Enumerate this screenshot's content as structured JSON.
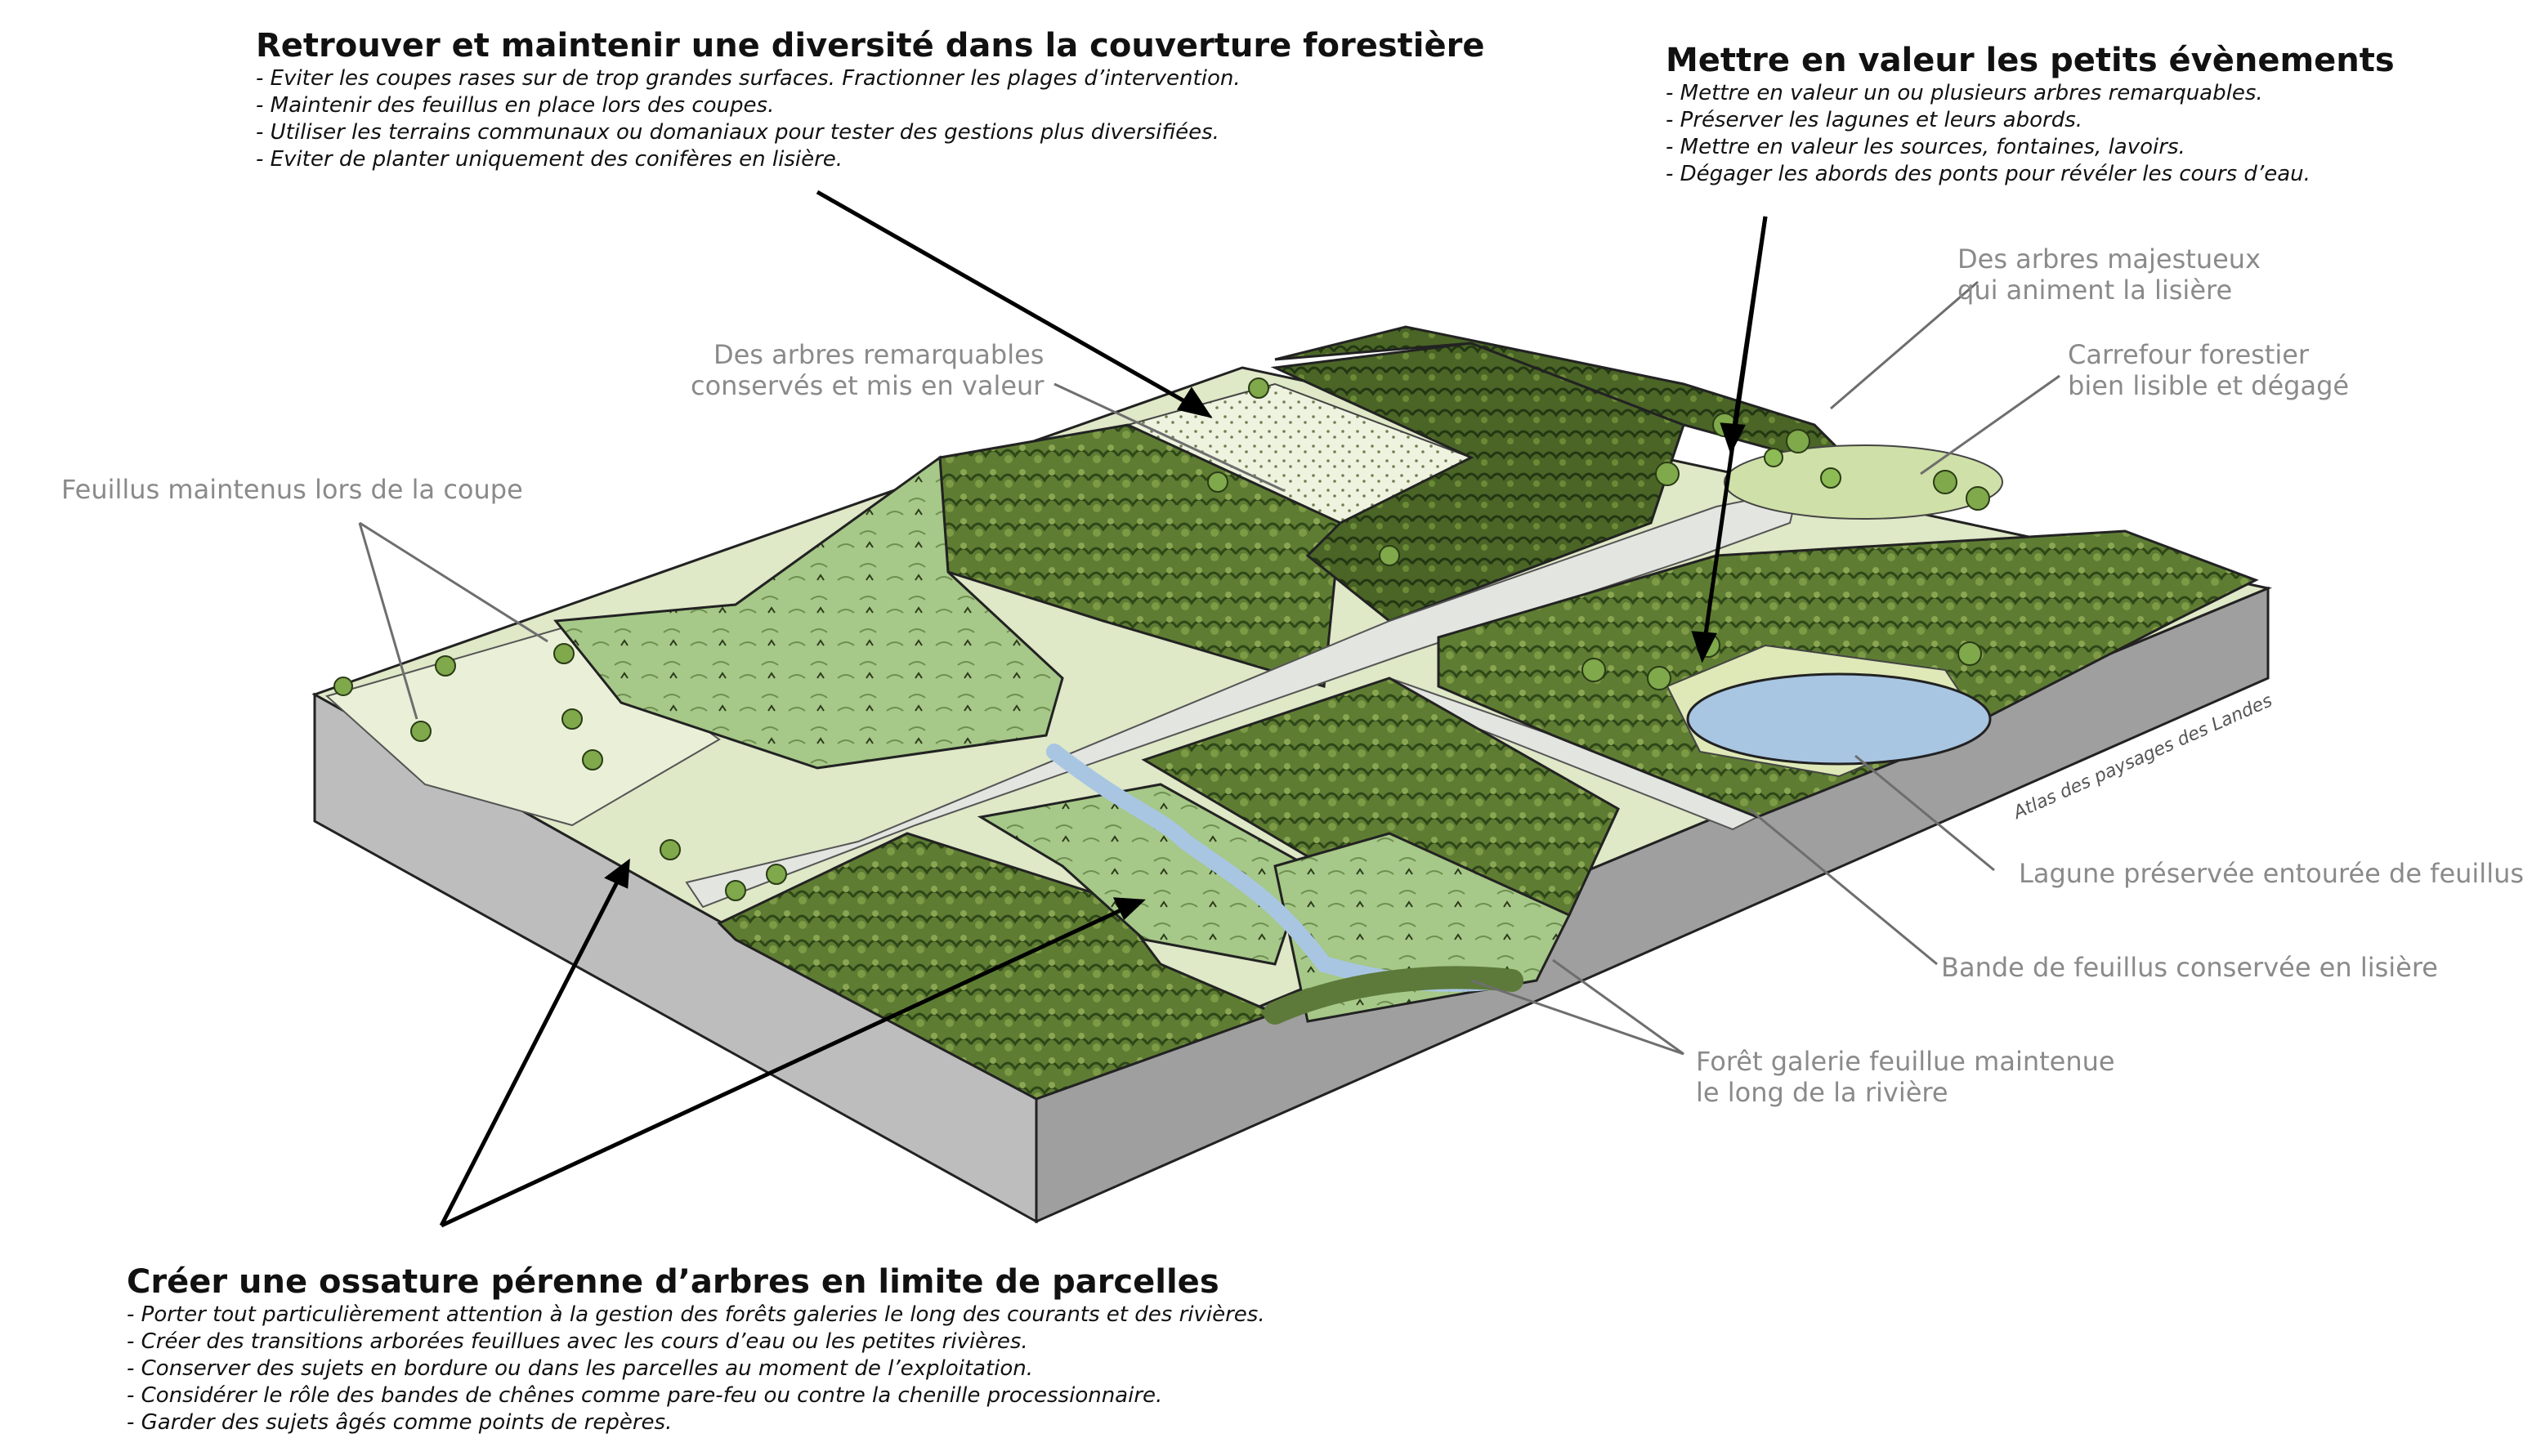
{
  "sections": {
    "forest_diversity": {
      "title": "Retrouver et maintenir une diversité dans la couverture forestière",
      "bullets": [
        "- Eviter les coupes rases sur de trop grandes surfaces. Fractionner les plages d’intervention.",
        "- Maintenir des feuillus en place lors des coupes.",
        "- Utiliser les terrains communaux ou domaniaux pour tester des gestions plus diversifiées.",
        "- Eviter de planter uniquement des conifères en lisière."
      ]
    },
    "small_events": {
      "title": "Mettre en valeur les petits évènements",
      "bullets": [
        "- Mettre en valeur un ou plusieurs arbres remarquables.",
        "- Préserver  les lagunes et leurs abords.",
        "- Mettre en valeur les sources, fontaines, lavoirs.",
        "- Dégager les abords des ponts pour révéler les cours d’eau."
      ]
    },
    "tree_framework": {
      "title": "Créer une ossature pérenne d’arbres en limite de parcelles",
      "bullets": [
        "- Porter tout particulièrement attention à la gestion des forêts galeries le long des courants et des rivières.",
        "- Créer des transitions arborées feuillues avec les cours d’eau ou les petites rivières.",
        "- Conserver des sujets en bordure ou dans les parcelles au moment de l’exploitation.",
        "- Considérer le rôle des bandes de chênes comme pare-feu ou contre la chenille processionnaire.",
        "- Garder des sujets âgés comme points de repères."
      ]
    }
  },
  "labels": {
    "remarkable_trees": [
      "Des arbres remarquables",
      "conservés et mis en valeur"
    ],
    "broadleaf_kept": [
      "Feuillus maintenus lors de la coupe"
    ],
    "majestic_trees": [
      "Des arbres majestueux",
      "qui animent la lisière"
    ],
    "crossroads": [
      "Carrefour forestier",
      "bien lisible et dégagé"
    ],
    "lagoon": [
      "Lagune préservée entourée de feuillus"
    ],
    "edge_band": [
      "Bande de feuillus conservée en lisière"
    ],
    "gallery_forest": [
      "Forêt galerie feuillue maintenue",
      "le long de la rivière"
    ]
  },
  "credit": "Atlas des paysages des Landes",
  "colors": {
    "pine_dark": "#4f6b2c",
    "pine_mid": "#6f8f3c",
    "clearing_light": "#a9c98a",
    "meadow": "#e9efd8",
    "road": "#e2e4df",
    "water": "#a8c6e2",
    "soil_side": "#c8c8c8",
    "soil_front": "#a3a3a3",
    "label_gray": "#8a8a8a"
  }
}
